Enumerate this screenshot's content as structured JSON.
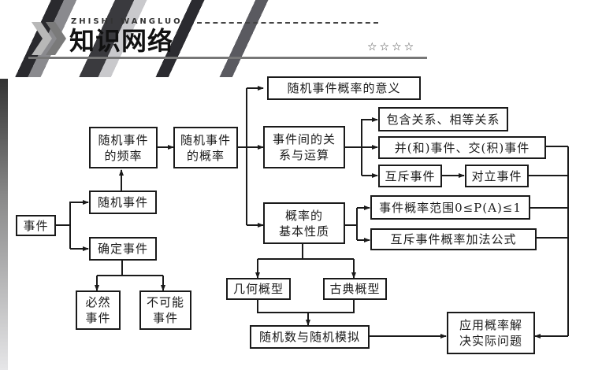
{
  "header": {
    "pinyin": "ZHISHI WANGLUO",
    "title": "知识网络",
    "stars": "☆☆☆☆",
    "icon": "double-chevron-icon"
  },
  "diagram": {
    "nodes": {
      "event": "事件",
      "random_event": "随机事件",
      "certain_event": "确定事件",
      "inevitable_event": "必然\n事件",
      "impossible_event": "不可能\n事件",
      "random_event_frequency": "随机事件\n的频率",
      "random_event_probability": "随机事件\n的概率",
      "probability_meaning": "随机事件概率的意义",
      "event_relations": "事件间的关\n系与运算",
      "inclusion_equality": "包含关系、相等关系",
      "union_intersection": "并(和)事件、交(积)事件",
      "mutually_exclusive": "互斥事件",
      "complementary": "对立事件",
      "basic_properties": "概率的\n基本性质",
      "probability_range": "事件概率范围0≤P(A)≤1",
      "addition_formula": "互斥事件概率加法公式",
      "geometric_model": "几何概型",
      "classical_model": "古典概型",
      "random_simulation": "随机数与随机模拟",
      "application": "应用概率解\n决实际问题"
    }
  }
}
